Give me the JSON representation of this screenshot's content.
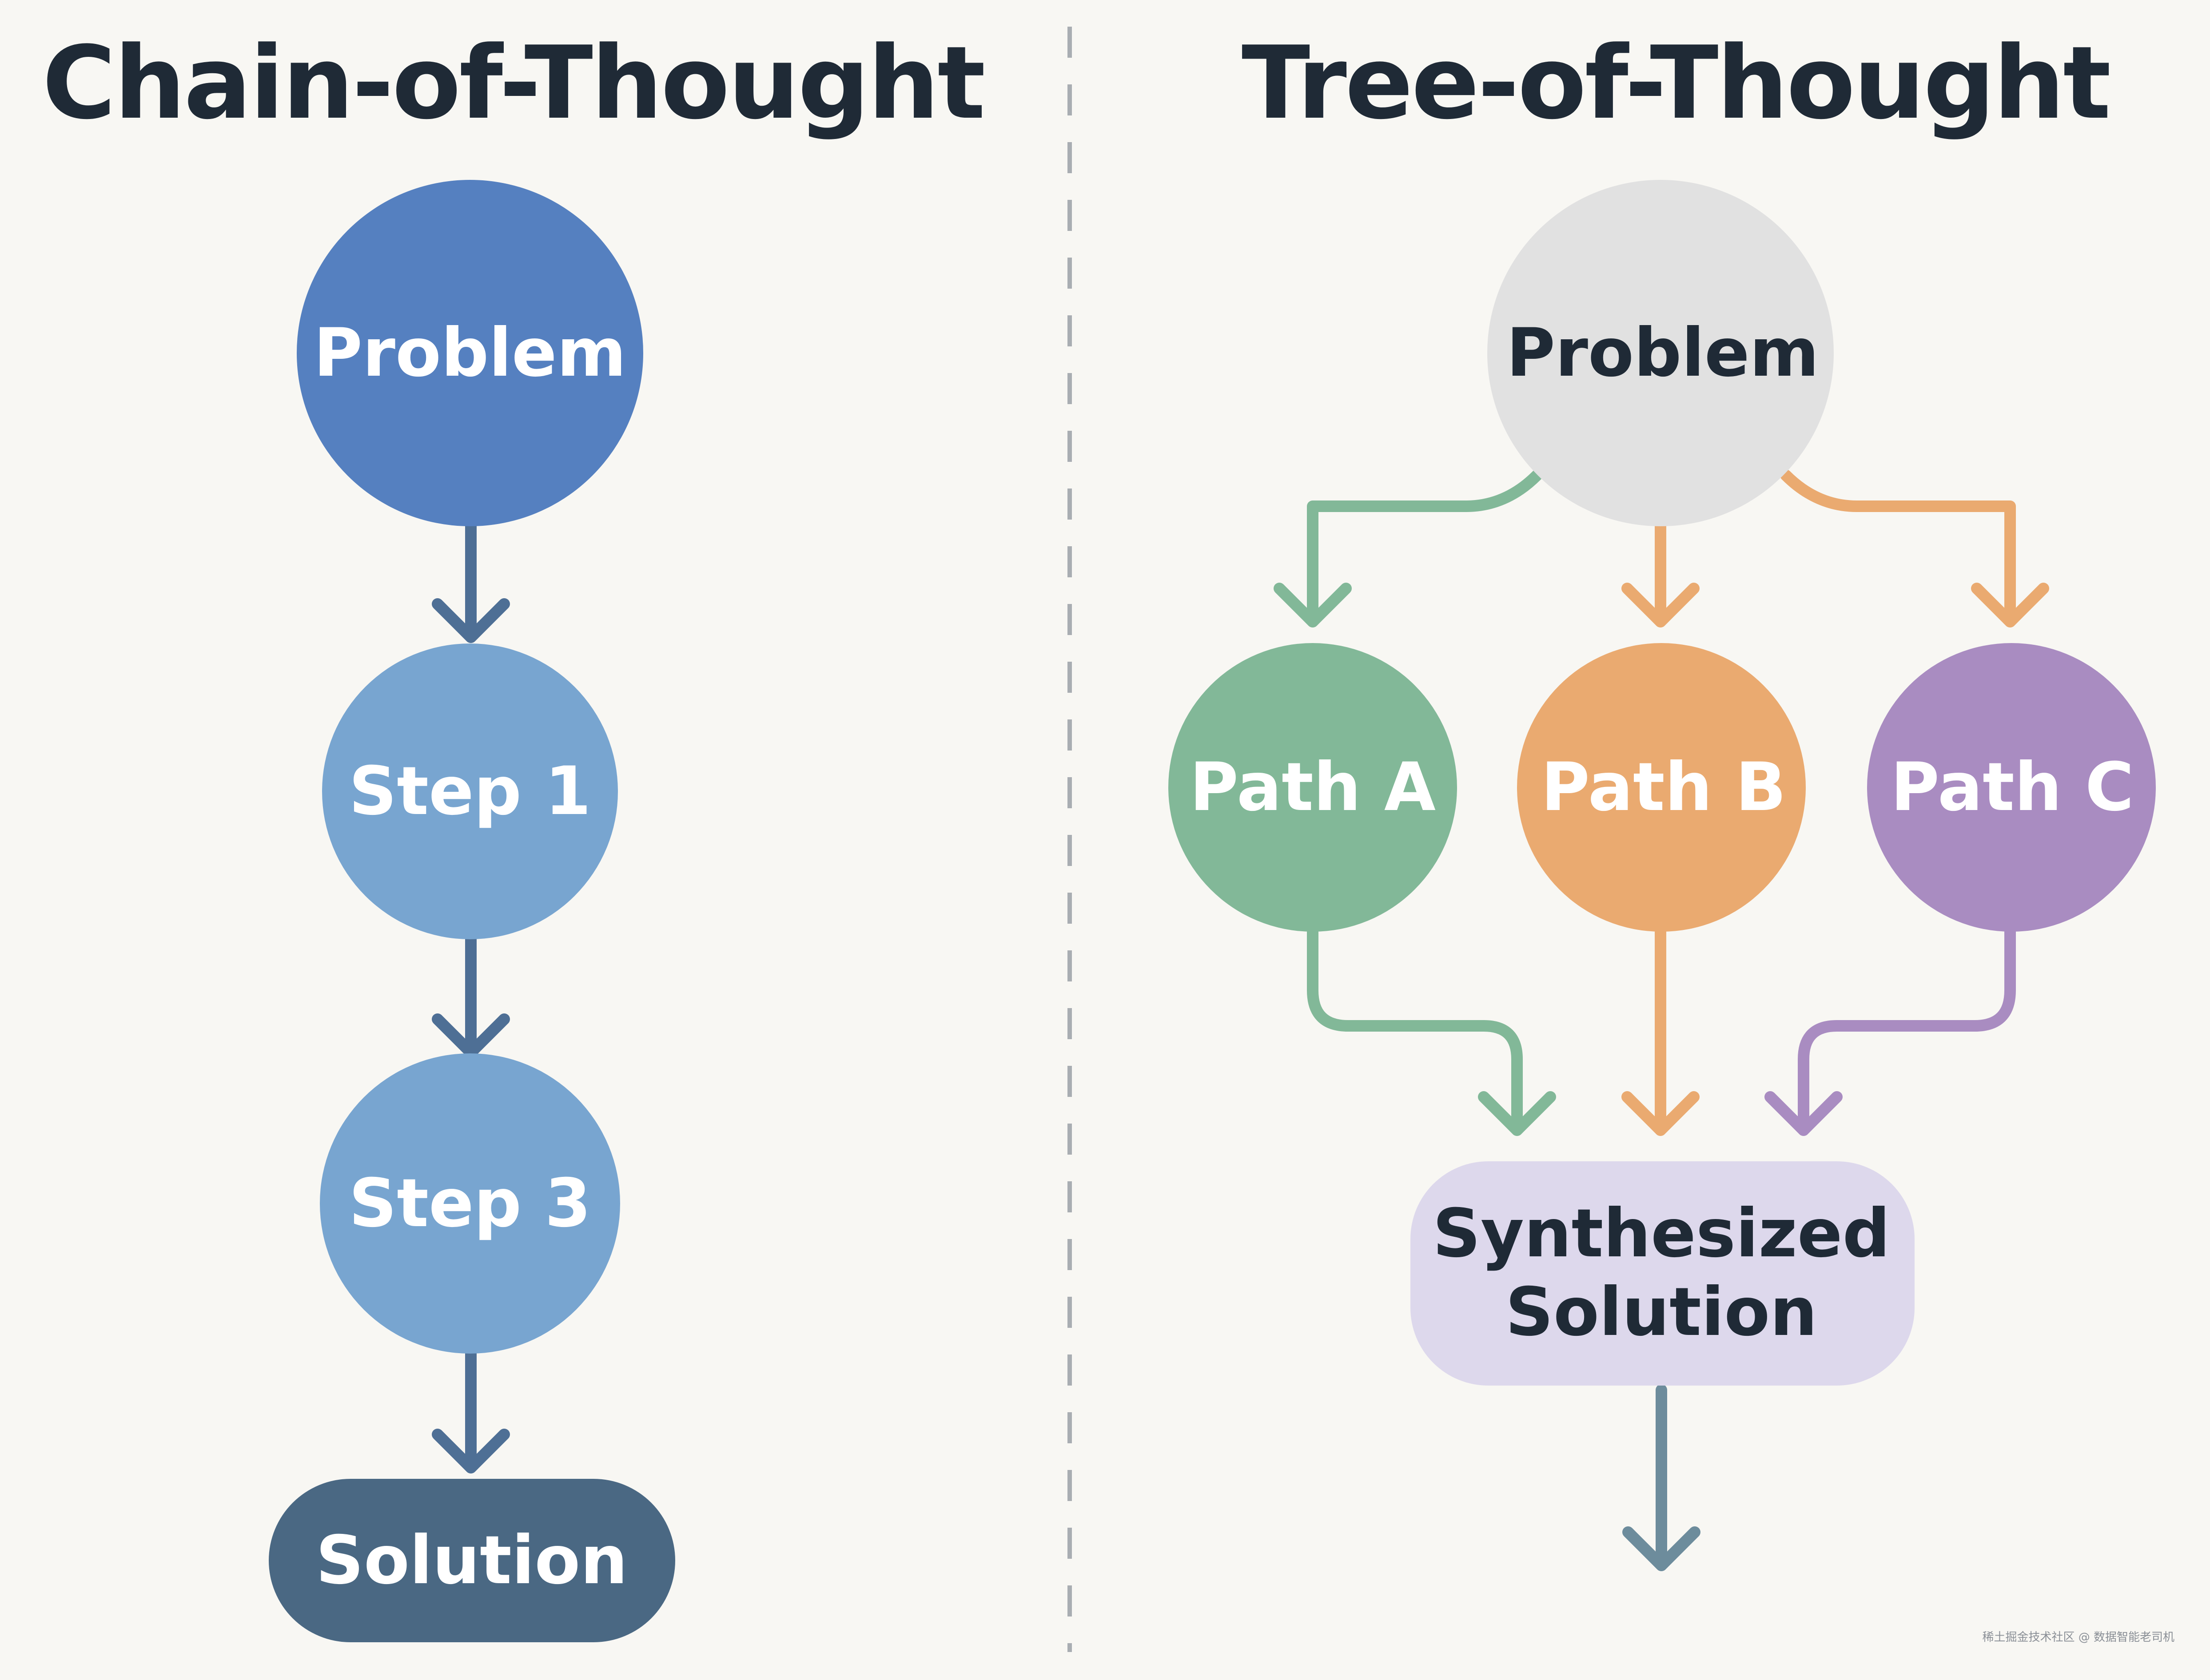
{
  "colors": {
    "background": "#f8f7f3",
    "title_text": "#1f2a36",
    "divider": "#a9adb2",
    "cot_problem": "#5580c0",
    "cot_step": "#78a5d0",
    "cot_solution": "#4a6883",
    "cot_arrow": "#4e6f95",
    "tot_problem": "#e1e1e1",
    "path_a": "#82b898",
    "path_b": "#eaaa70",
    "path_c": "#a98cc1",
    "synthesized": "#ddd8ec",
    "final_arrow": "#6d8c9c"
  },
  "chain_of_thought": {
    "title": "Chain-of-Thought",
    "nodes": {
      "problem": "Problem",
      "step1": "Step 1",
      "step3": "Step 3",
      "solution": "Solution"
    }
  },
  "tree_of_thought": {
    "title": "Tree-of-Thought",
    "nodes": {
      "problem": "Problem",
      "path_a": "Path A",
      "path_b": "Path B",
      "path_c": "Path C",
      "synthesized_line1": "Synthesized",
      "synthesized_line2": "Solution"
    }
  },
  "watermark": "稀土掘金技术社区 @ 数据智能老司机"
}
